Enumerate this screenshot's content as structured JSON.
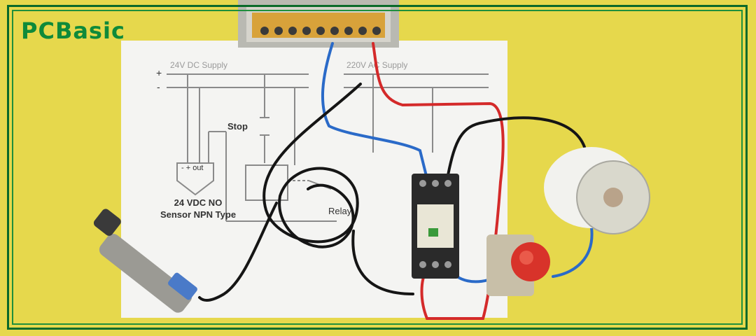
{
  "logo": {
    "text": "PCBasic"
  },
  "diagram": {
    "dc_supply_label": "24V DC Supply",
    "ac_supply_label": "220V AC Supply",
    "plus_sign": "+",
    "minus_sign": "-",
    "stop_label": "Stop",
    "relay_label": "Relay",
    "sensor_terminals": "- + out",
    "sensor_label_line1": "24 VDC NO",
    "sensor_label_line2": "Sensor NPN Type"
  },
  "colors": {
    "background": "#e6d84c",
    "frame": "#0a6a2a",
    "brand": "#0f8a3a",
    "paper": "#f4f4f2",
    "wire_red": "#d42a2a",
    "wire_blue": "#2a6ac8",
    "wire_black": "#151515"
  }
}
